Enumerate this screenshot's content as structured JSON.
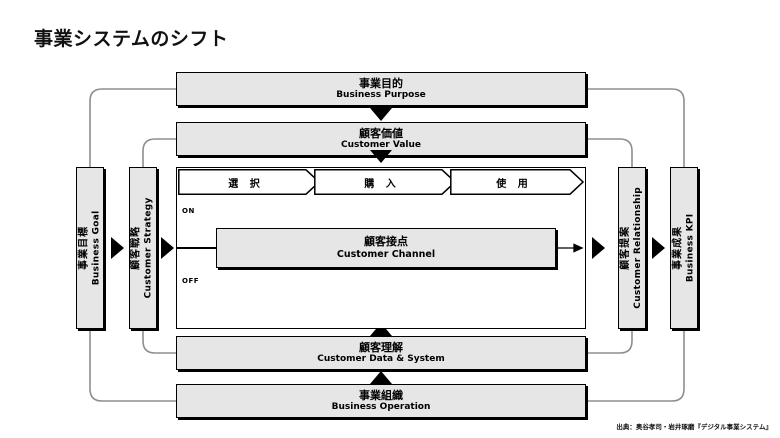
{
  "title": "事業システムのシフト",
  "credit": "出典：奥谷孝司・岩井琢磨『デジタル事業システム』",
  "colors": {
    "box_fill": "#e6e6e6",
    "stroke": "#000000",
    "wire": "#8a8f96",
    "background": "#ffffff"
  },
  "top_bars": [
    {
      "jp": "事業目的",
      "en": "Business Purpose"
    },
    {
      "jp": "顧客価値",
      "en": "Customer Value"
    }
  ],
  "bottom_bars": [
    {
      "jp": "顧客理解",
      "en": "Customer Data & System"
    },
    {
      "jp": "事業組織",
      "en": "Business Operation"
    }
  ],
  "left_boxes": [
    {
      "jp": "事業目標",
      "en": "Business Goal"
    },
    {
      "jp": "顧客戦略",
      "en": "Customer Strategy"
    }
  ],
  "right_boxes": [
    {
      "jp": "顧客提案",
      "en": "Customer Relationship"
    },
    {
      "jp": "事業成果",
      "en": "Business KPI"
    }
  ],
  "stages": [
    {
      "jp": "選 択"
    },
    {
      "jp": "購 入"
    },
    {
      "jp": "使 用"
    }
  ],
  "channel": {
    "jp": "顧客接点",
    "en": "Customer Channel"
  },
  "switches": {
    "on": "ON",
    "off": "OFF"
  }
}
